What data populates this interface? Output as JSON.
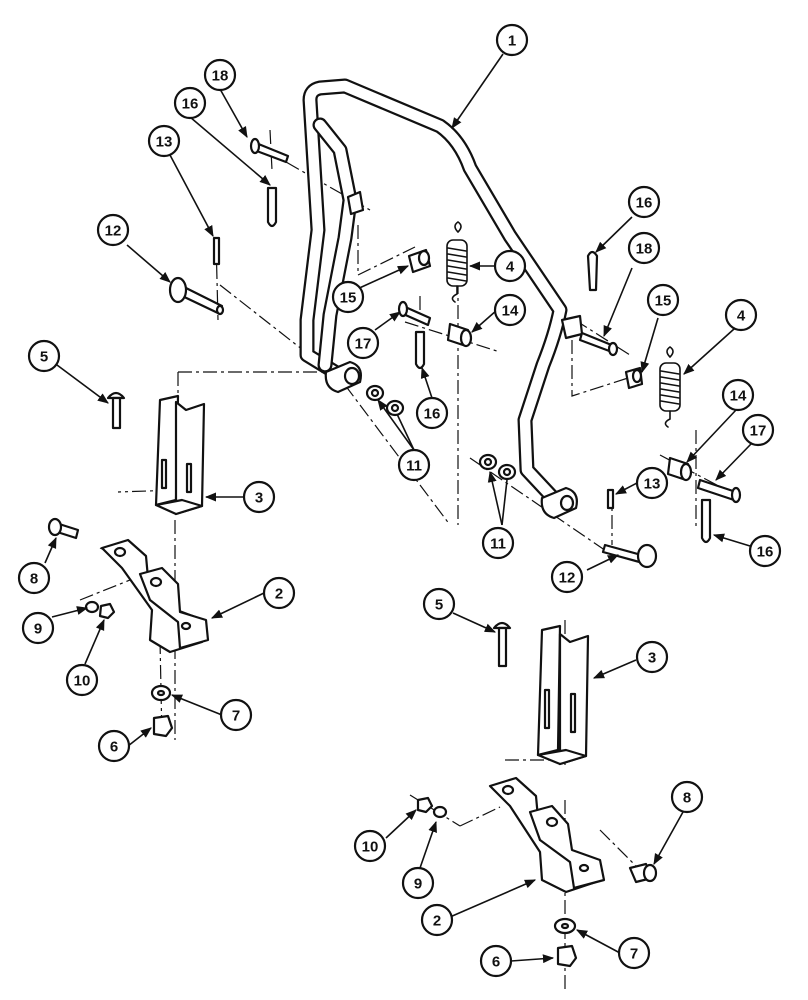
{
  "diagram": {
    "callouts": [
      {
        "id": "c1",
        "label": "1"
      },
      {
        "id": "c18a",
        "label": "18"
      },
      {
        "id": "c16a",
        "label": "16"
      },
      {
        "id": "c13a",
        "label": "13"
      },
      {
        "id": "c12a",
        "label": "12"
      },
      {
        "id": "c15a",
        "label": "15"
      },
      {
        "id": "c4a",
        "label": "4"
      },
      {
        "id": "c17a",
        "label": "17"
      },
      {
        "id": "c14a",
        "label": "14"
      },
      {
        "id": "c16b",
        "label": "16"
      },
      {
        "id": "c5a",
        "label": "5"
      },
      {
        "id": "c11a",
        "label": "11"
      },
      {
        "id": "c3a",
        "label": "3"
      },
      {
        "id": "c8a",
        "label": "8"
      },
      {
        "id": "c2a",
        "label": "2"
      },
      {
        "id": "c9a",
        "label": "9"
      },
      {
        "id": "c10a",
        "label": "10"
      },
      {
        "id": "c7a",
        "label": "7"
      },
      {
        "id": "c6a",
        "label": "6"
      },
      {
        "id": "c16c",
        "label": "16"
      },
      {
        "id": "c18b",
        "label": "18"
      },
      {
        "id": "c15b",
        "label": "15"
      },
      {
        "id": "c4b",
        "label": "4"
      },
      {
        "id": "c14b",
        "label": "14"
      },
      {
        "id": "c17b",
        "label": "17"
      },
      {
        "id": "c13b",
        "label": "13"
      },
      {
        "id": "c16d",
        "label": "16"
      },
      {
        "id": "c11b",
        "label": "11"
      },
      {
        "id": "c12b",
        "label": "12"
      },
      {
        "id": "c5b",
        "label": "5"
      },
      {
        "id": "c3b",
        "label": "3"
      },
      {
        "id": "c8b",
        "label": "8"
      },
      {
        "id": "c10b",
        "label": "10"
      },
      {
        "id": "c9b",
        "label": "9"
      },
      {
        "id": "c2b",
        "label": "2"
      },
      {
        "id": "c7b",
        "label": "7"
      },
      {
        "id": "c6b",
        "label": "6"
      }
    ]
  }
}
